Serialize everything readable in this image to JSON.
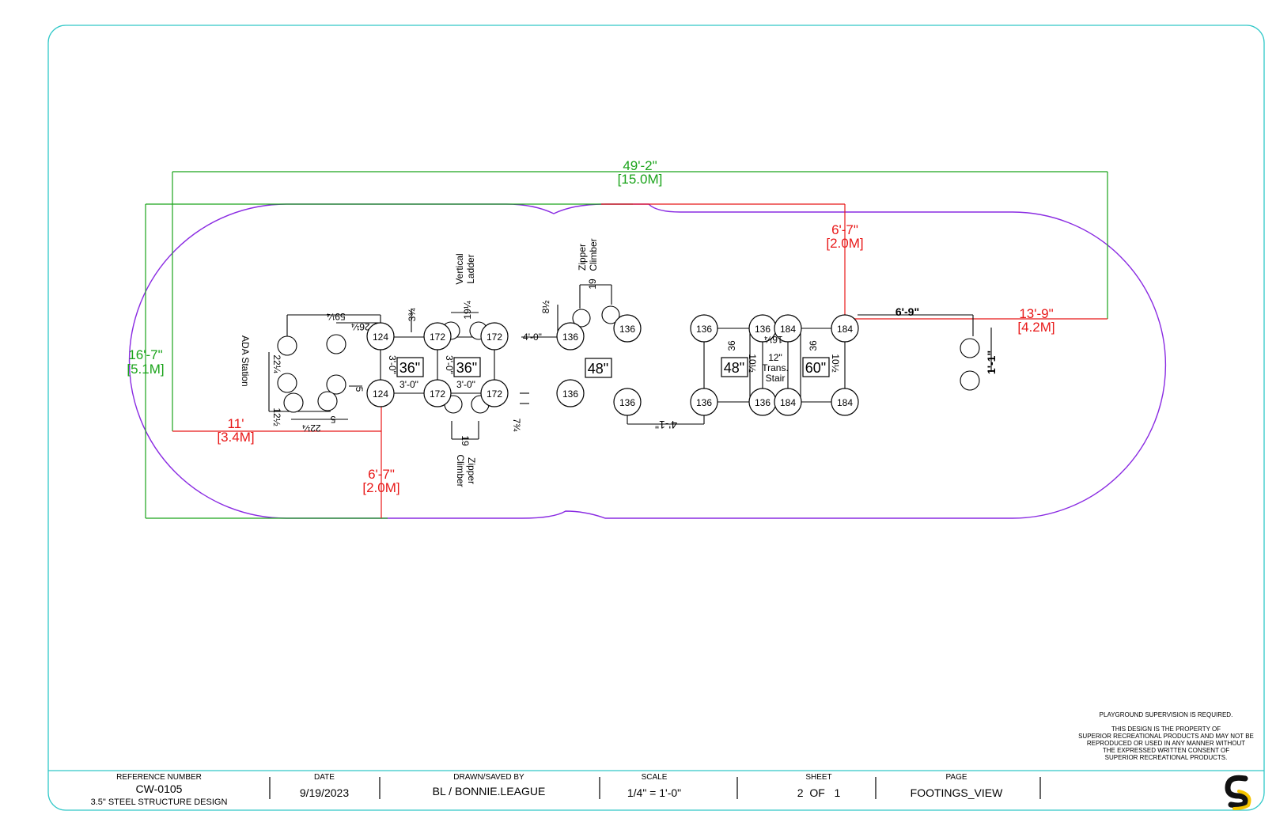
{
  "colors": {
    "border": "#30c8c8",
    "green": "#1aa31a",
    "red": "#e81818",
    "purple": "#8a2be2",
    "black": "#000000",
    "logo_black": "#111111",
    "logo_yellow": "#f5c400"
  },
  "dims": {
    "overall_width": "49'-2\"",
    "overall_width_m": "[15.0M]",
    "overall_depth": "16'-7\"",
    "overall_depth_m": "[5.1M]",
    "top_offset": "6'-7\"",
    "top_offset_m": "[2.0M]",
    "right_offset": "13'-9\"",
    "right_offset_m": "[4.2M]",
    "left_offset": "11'",
    "left_offset_m": "[3.4M]",
    "bottom_offset": "6'-7\"",
    "bottom_offset_m": "[2.0M]"
  },
  "labels": {
    "ada_station": "ADA Station",
    "vertical_ladder_1": "Vertical",
    "vertical_ladder_2": "Ladder",
    "zipper_climber_1": "Zipper",
    "zipper_climber_2": "Climber",
    "trans_1": "12\"",
    "trans_2": "Trans.",
    "trans_3": "Stair"
  },
  "posts": {
    "p124": "124",
    "p172": "172",
    "p136": "136",
    "p184": "184"
  },
  "decks": {
    "d36": "36\"",
    "d48": "48\"",
    "d60": "60\""
  },
  "small_dims": {
    "d59": "59¼",
    "d26": "26¼",
    "d3_4": "3¾",
    "d19_4": "19¼",
    "d8_5": "8½",
    "d19": "19",
    "d4_0": "4'-0\"",
    "d3_0": "3'-0\"",
    "d22": "22¼",
    "d12": "12½",
    "d5": "5",
    "d7": "7¾",
    "d4_1": "4'-1\"",
    "d36s": "36",
    "d16": "16¼",
    "d10": "10½",
    "d6_9": "6'-9\"",
    "d1_1": "1'-1\""
  },
  "notes": {
    "supervision": "PLAYGROUND SUPERVISION IS REQUIRED.",
    "prop_1": "THIS DESIGN IS THE PROPERTY OF",
    "prop_2": "SUPERIOR RECREATIONAL PRODUCTS AND MAY NOT BE",
    "prop_3": "REPRODUCED OR USED IN ANY MANNER WITHOUT",
    "prop_4": "THE EXPRESSED WRITTEN CONSENT OF",
    "prop_5": "SUPERIOR RECREATIONAL PRODUCTS."
  },
  "title_block": {
    "ref_header": "REFERENCE NUMBER",
    "ref_value": "CW-0105",
    "ref_sub": "3.5\" STEEL STRUCTURE DESIGN",
    "date_header": "DATE",
    "date_value": "9/19/2023",
    "drawn_header": "DRAWN/SAVED BY",
    "drawn_value": "BL / BONNIE.LEAGUE",
    "scale_header": "SCALE",
    "scale_value": "1/4\" = 1'-0\"",
    "sheet_header": "SHEET",
    "sheet_value": "2  OF   1",
    "page_header": "PAGE",
    "page_value": "FOOTINGS_VIEW"
  },
  "logo_glyph": "S"
}
